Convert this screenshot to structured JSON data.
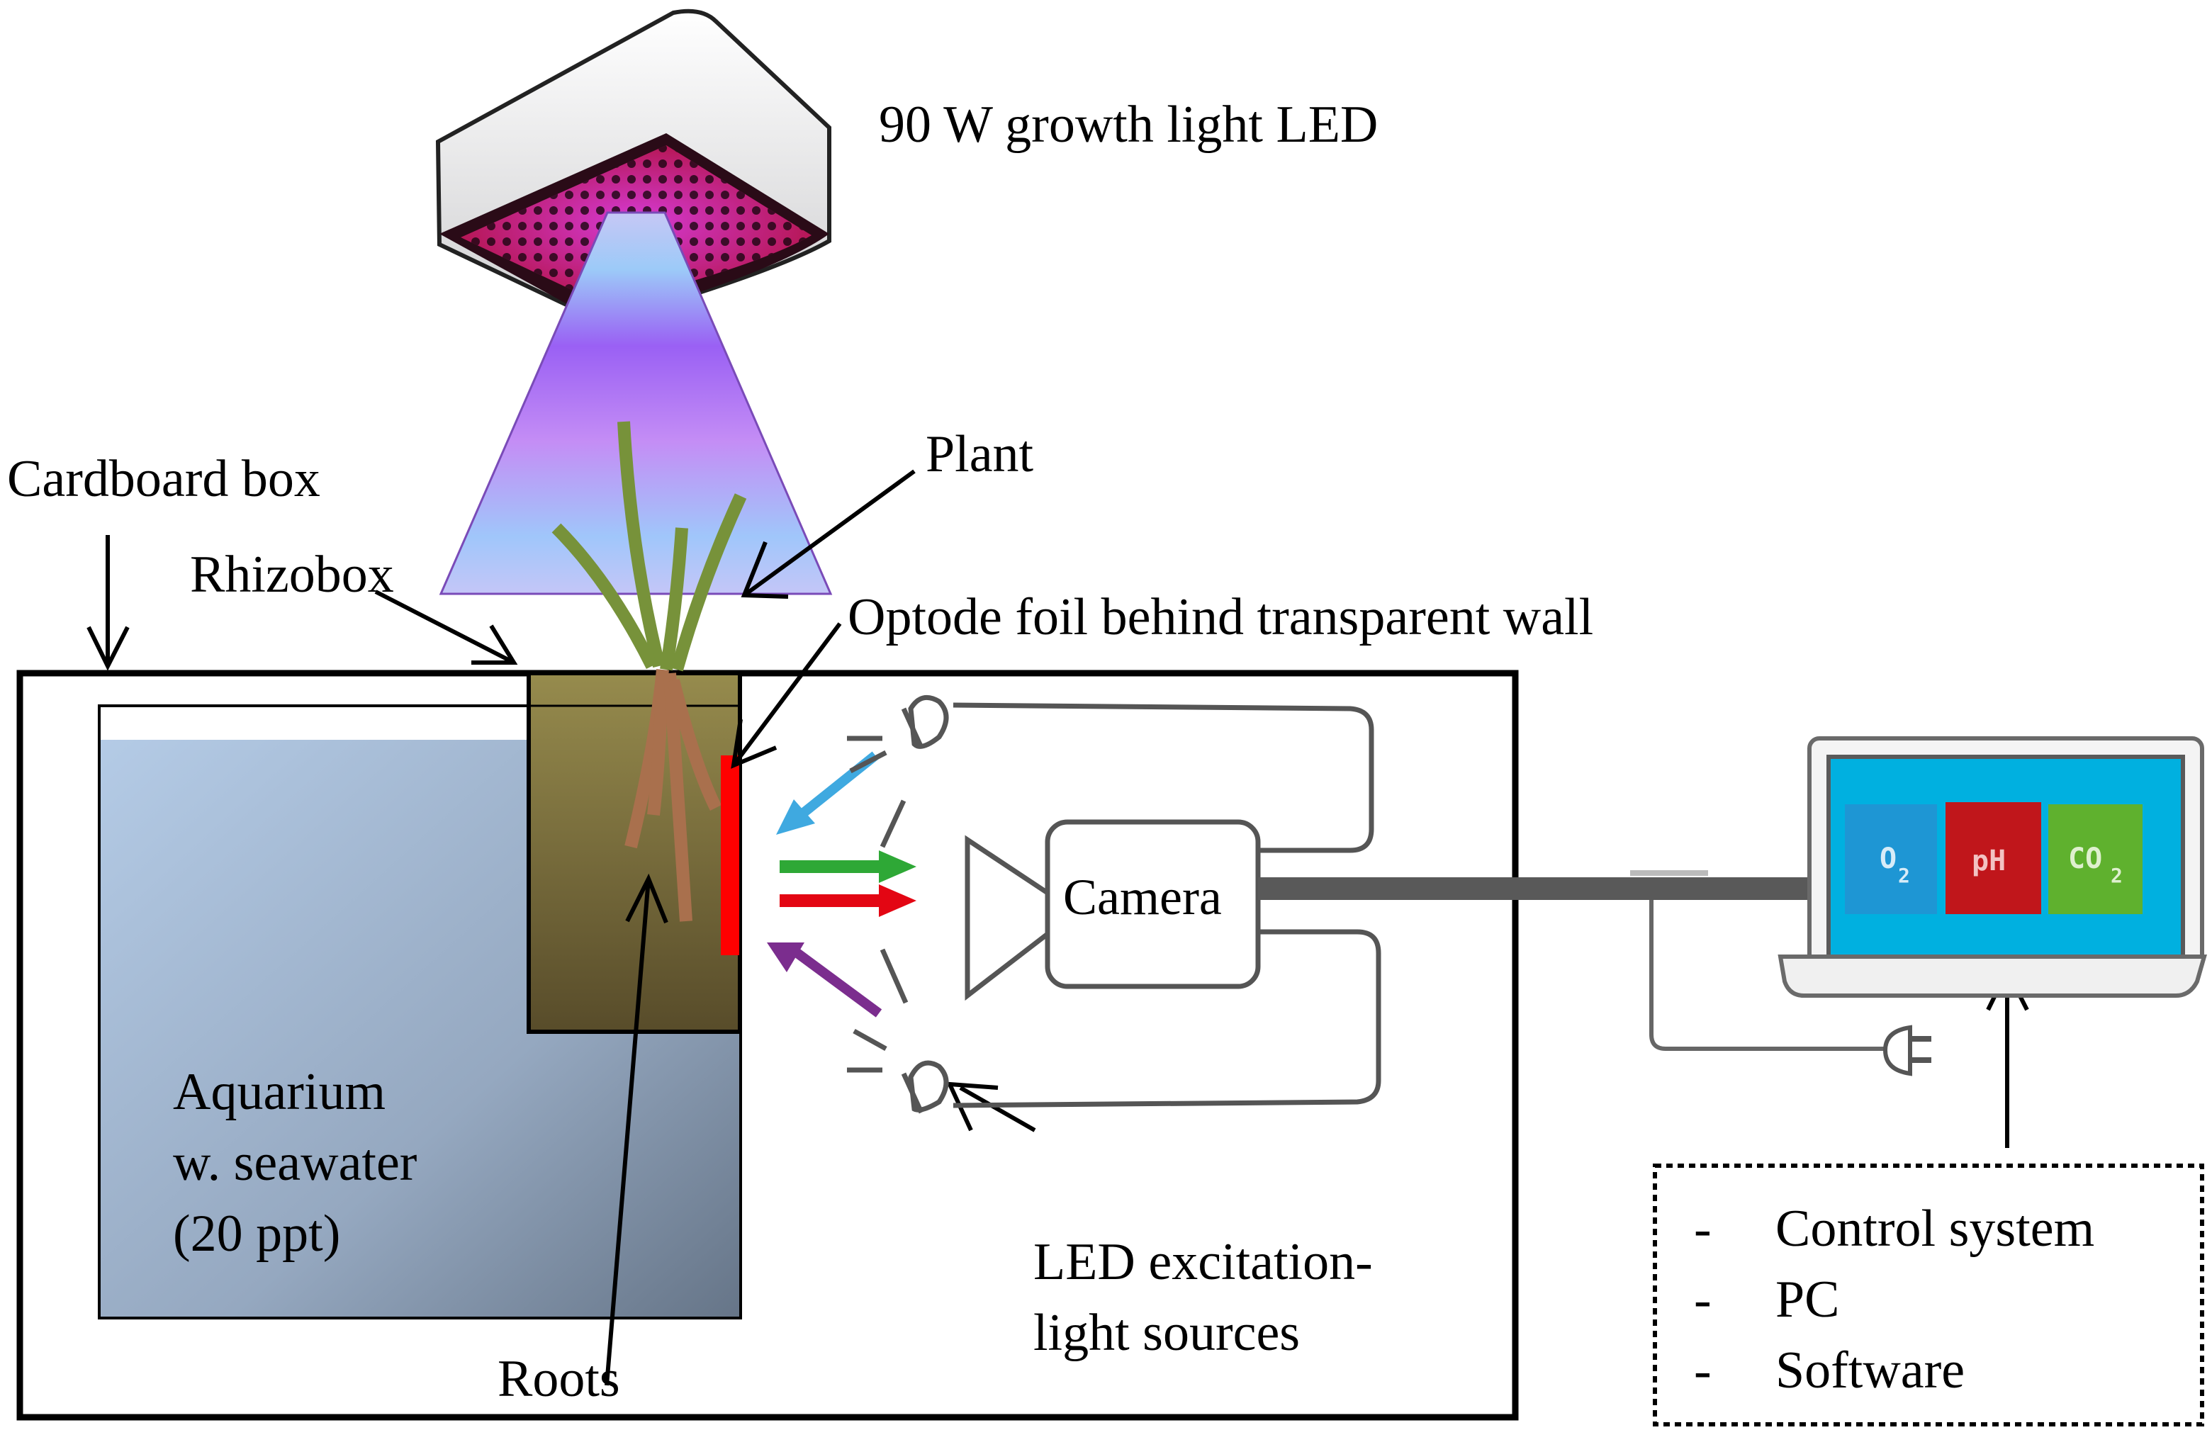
{
  "labels": {
    "led_light": "90 W growth light LED",
    "plant": "Plant",
    "cardboard_box": "Cardboard box",
    "rhizobox": "Rhizobox",
    "optode_foil": "Optode foil behind transparent wall",
    "camera": "Camera",
    "aquarium_line1": "Aquarium",
    "aquarium_line2": "w. seawater",
    "aquarium_line3": "(20 ppt)",
    "roots": "Roots",
    "led_sources_line1": "LED excitation-",
    "led_sources_line2": "light sources"
  },
  "screen_tiles": [
    {
      "label": "O",
      "sub": "2",
      "color": "#1e96d4"
    },
    {
      "label": "pH",
      "sub": "",
      "color": "#c0161b"
    },
    {
      "label": "CO",
      "sub": "2",
      "color": "#5fb12e"
    }
  ],
  "control_box": {
    "bullet": "-",
    "items": [
      "Control system",
      "PC",
      "Software"
    ]
  },
  "colors": {
    "screen_bg": "#00b0e0",
    "soil_top": "#958a4c",
    "soil_bottom": "#5a4e2a",
    "optode": "#ff0000",
    "plant_green": "#77923a",
    "root_brown": "#a9704d",
    "arrow_blue": "#3fa9e0",
    "arrow_green": "#2ea836",
    "arrow_red": "#e30613",
    "arrow_purple": "#7b2d8e"
  }
}
